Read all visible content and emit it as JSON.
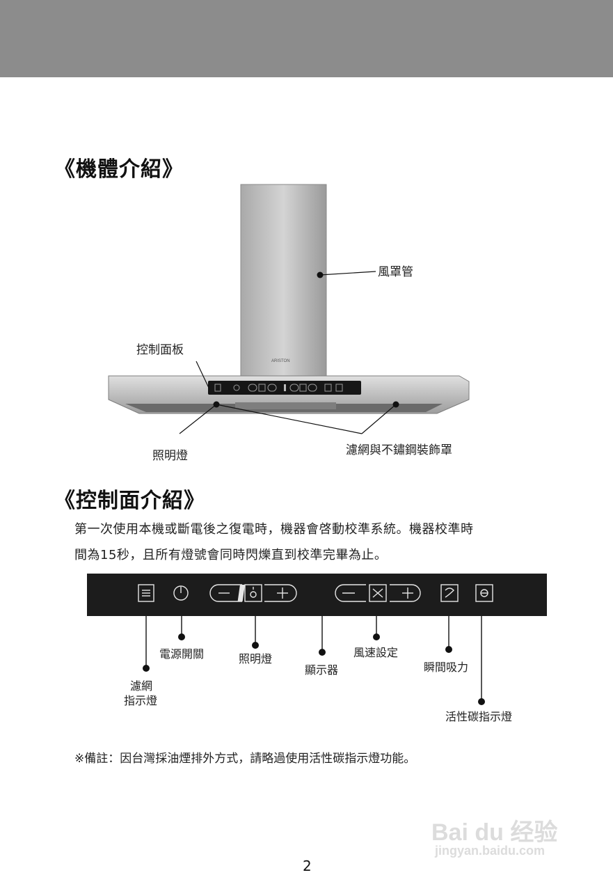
{
  "section1": {
    "title": "《機體介紹》",
    "labels": {
      "duct": "風罩管",
      "control_panel": "控制面板",
      "light": "照明燈",
      "filter_cover": "濾網與不鏽鋼裝飾罩"
    },
    "brand_logo_text": "ARISTON"
  },
  "section2": {
    "title": "《控制面介紹》",
    "intro_line1": "第一次使用本機或斷電後之復電時，機器會啓動校準系統。機器校準時",
    "intro_line2": "間為15秒，且所有燈號會同時閃爍直到校準完畢為止。",
    "labels": {
      "filter_indicator_line1": "濾網",
      "filter_indicator_line2": "指示燈",
      "power_switch": "電源開關",
      "light": "照明燈",
      "display": "顯示器",
      "fan_speed": "風速設定",
      "boost": "瞬間吸力",
      "carbon_indicator": "活性碳指示燈"
    }
  },
  "note": "※備註：因台灣採油煙排外方式，請略過使用活性碳指示燈功能。",
  "page_number": "2",
  "watermark": {
    "brand": "Bai du 经验",
    "url": "jingyan.baidu.com"
  },
  "colors": {
    "top_bar": "#8c8c8c",
    "panel": "#1c1c1c",
    "stainless": "#b8b8b8"
  }
}
